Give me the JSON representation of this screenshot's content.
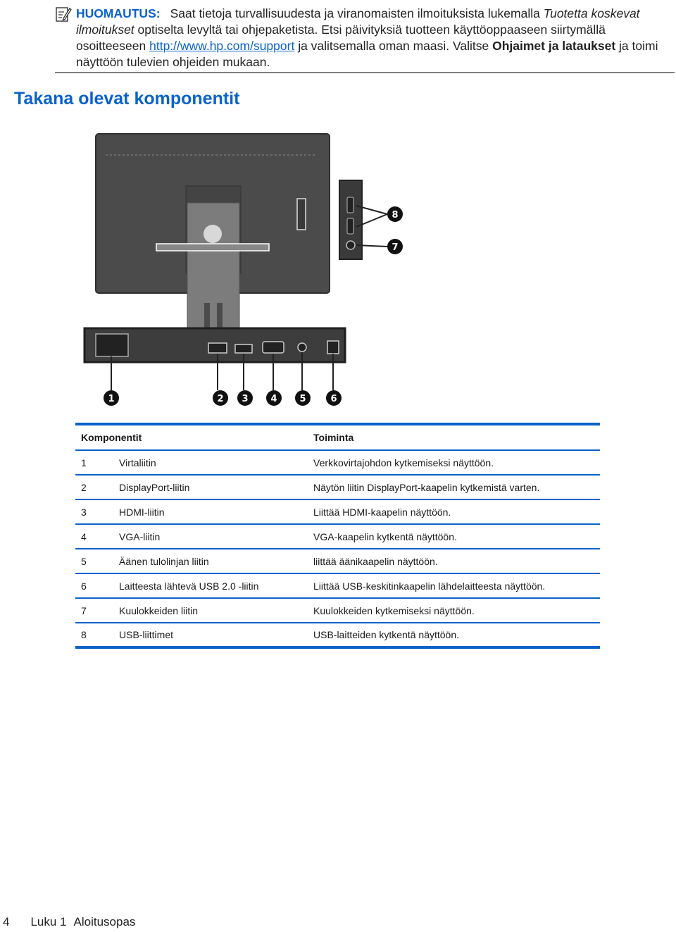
{
  "note": {
    "label": "HUOMAUTUS:",
    "text_1": "Saat tietoja turvallisuudesta ja viranomaisten ilmoituksista lukemalla ",
    "italic_title": "Tuotetta koskevat ilmoitukset",
    "text_2": " optiselta levyltä tai ohjepaketista. Etsi päivityksiä tuotteen käyttöoppaaseen siirtymällä osoitteeseen ",
    "link": "http://www.hp.com/support",
    "text_3": " ja valitsemalla oman maasi. Valitse ",
    "bold_text": "Ohjaimet ja lataukset",
    "text_4": " ja toimi näyttöön tulevien ohjeiden mukaan."
  },
  "section_title": "Takana olevat komponentit",
  "callouts": [
    "1",
    "2",
    "3",
    "4",
    "5",
    "6",
    "7",
    "8"
  ],
  "table": {
    "headers": [
      "Komponentit",
      "Toiminta"
    ],
    "rows": [
      {
        "num": "1",
        "name": "Virtaliitin",
        "func": "Verkkovirtajohdon kytkemiseksi näyttöön."
      },
      {
        "num": "2",
        "name": "DisplayPort-liitin",
        "func": "Näytön liitin DisplayPort-kaapelin kytkemistä varten."
      },
      {
        "num": "3",
        "name": "HDMI-liitin",
        "func": "Liittää HDMI-kaapelin näyttöön."
      },
      {
        "num": "4",
        "name": "VGA-liitin",
        "func": "VGA-kaapelin kytkentä näyttöön."
      },
      {
        "num": "5",
        "name": "Äänen tulolinjan liitin",
        "func": "liittää äänikaapelin näyttöön."
      },
      {
        "num": "6",
        "name": "Laitteesta lähtevä USB 2.0 -liitin",
        "func": "Liittää USB-keskitinkaapelin lähdelaitteesta näyttöön."
      },
      {
        "num": "7",
        "name": "Kuulokkeiden liitin",
        "func": "Kuulokkeiden kytkemiseksi näyttöön."
      },
      {
        "num": "8",
        "name": "USB-liittimet",
        "func": "USB-laitteiden kytkentä näyttöön."
      }
    ]
  },
  "footer": {
    "page_number": "4",
    "chapter": "Luku 1",
    "chapter_title": "Aloitusopas"
  },
  "colors": {
    "accent": "#0a62c9",
    "monitor": "#4b4b4b",
    "stand": "#7c7c7c"
  }
}
